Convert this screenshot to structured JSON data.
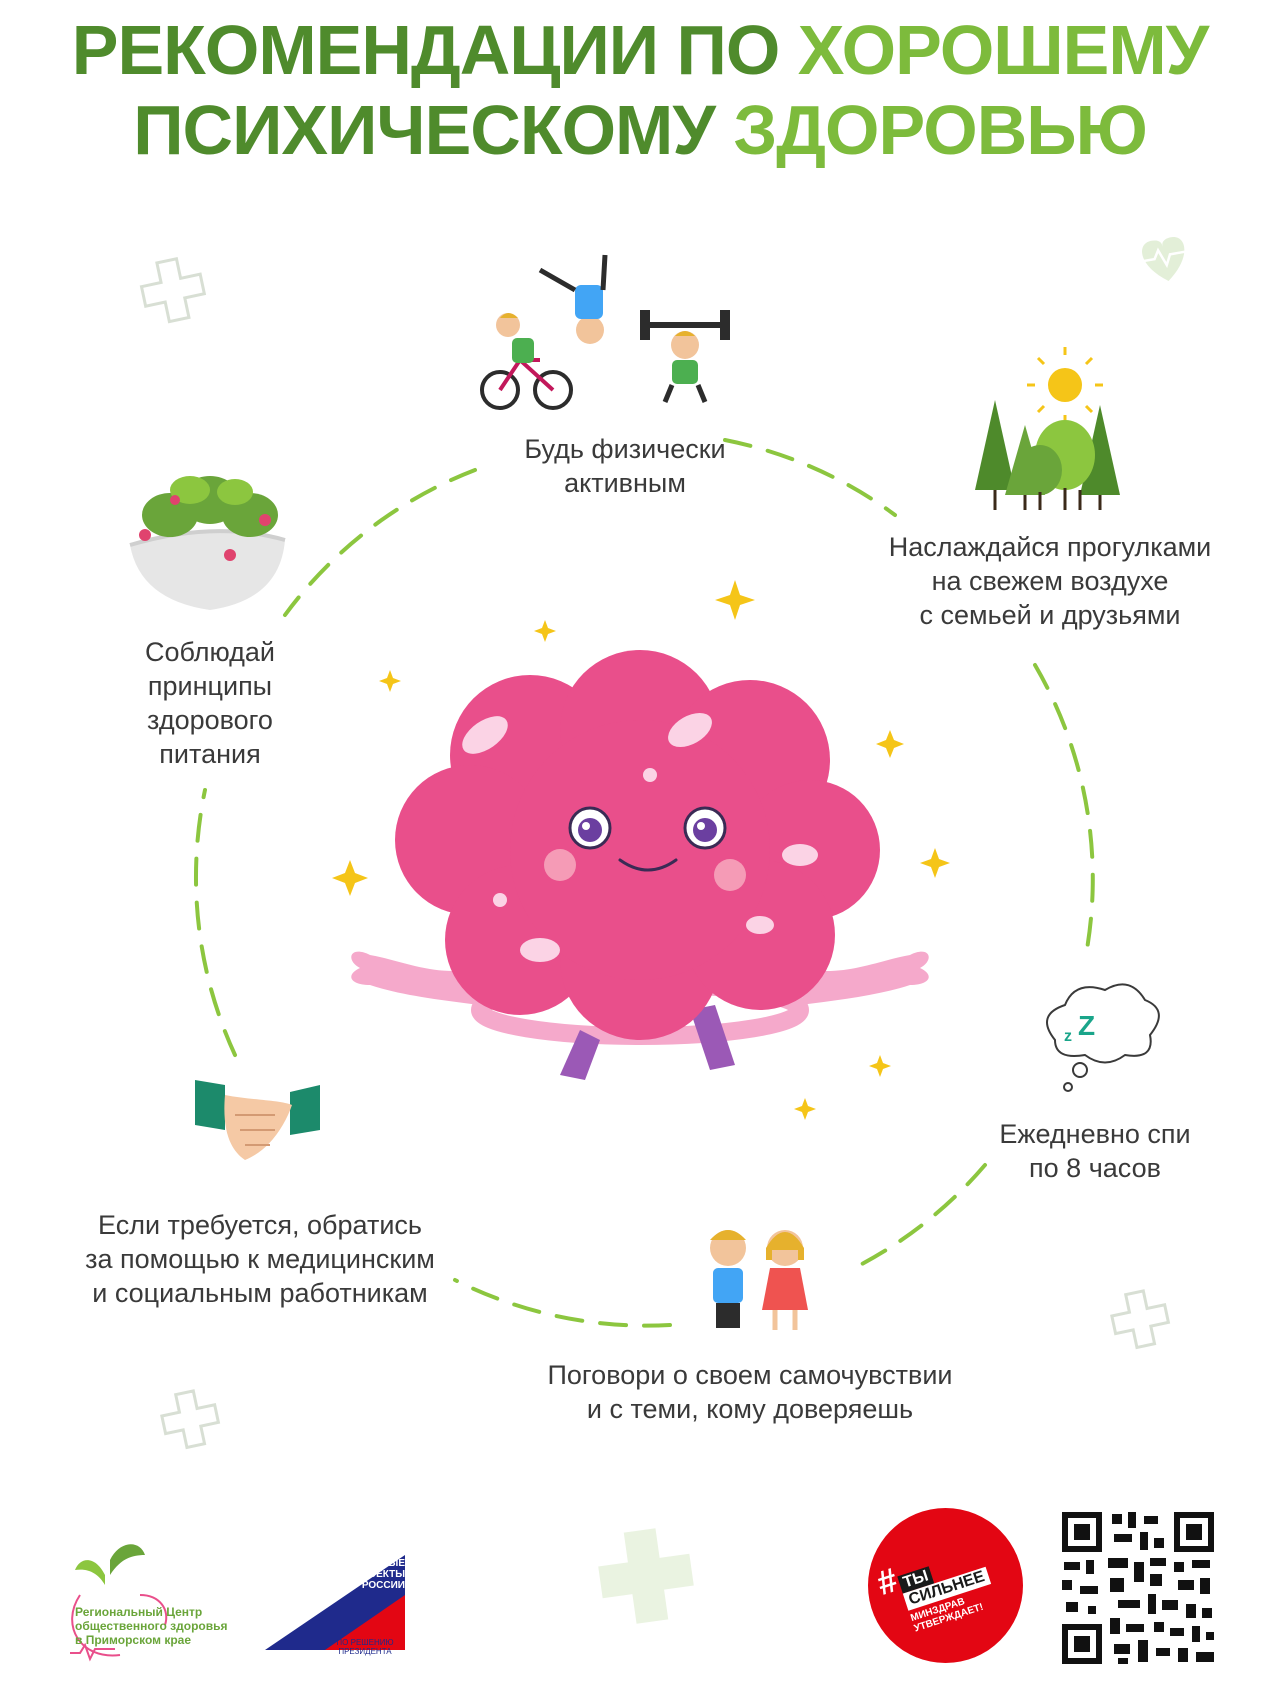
{
  "title": {
    "line1_dark": "РЕКОМЕНДАЦИИ ПО ",
    "line1_light": "ХОРОШЕМУ",
    "line2_dark": "ПСИХИЧЕСКОМУ ",
    "line2_light": "ЗДОРОВЬЮ"
  },
  "tips": {
    "active": "Будь физически\nактивным",
    "walks": "Наслаждайся прогулками\nна свежем воздухе\nс семьей и друзьями",
    "nutrition": "Соблюдай\nпринципы\nздорового\nпитания",
    "sleep": "Ежедневно спи\nпо 8 часов",
    "help": "Если требуется, обратись\nза помощью к медицинским\nи социальным работникам",
    "talk": "Поговори о своем самочувствии\nи с теми, кому доверяешь"
  },
  "sleep_bubble": {
    "big": "Z",
    "small": "z"
  },
  "footer": {
    "regional_center": "Региональный Центр\nобщественного здоровья\nв Приморском крае",
    "national_projects": "НАЦИОНАЛЬНЫЕ\nПРОЕКТЫ\nРОССИИ",
    "national_projects_sub": "ПО РЕШЕНИЮ\nПРЕЗИДЕНТА",
    "campaign_hash": "#",
    "campaign_line1": "ТЫ",
    "campaign_line2": "СИЛЬНЕЕ",
    "campaign_line3": "МИНЗДРАВ",
    "campaign_line4": "УТВЕРЖДАЕТ!"
  },
  "colors": {
    "title_dark": "#4f8b2c",
    "title_light": "#7dbb3c",
    "dash": "#8cc63f",
    "brain": "#e94f8b",
    "campaign_red": "#e30613",
    "national_blue": "#1f2a8c"
  }
}
